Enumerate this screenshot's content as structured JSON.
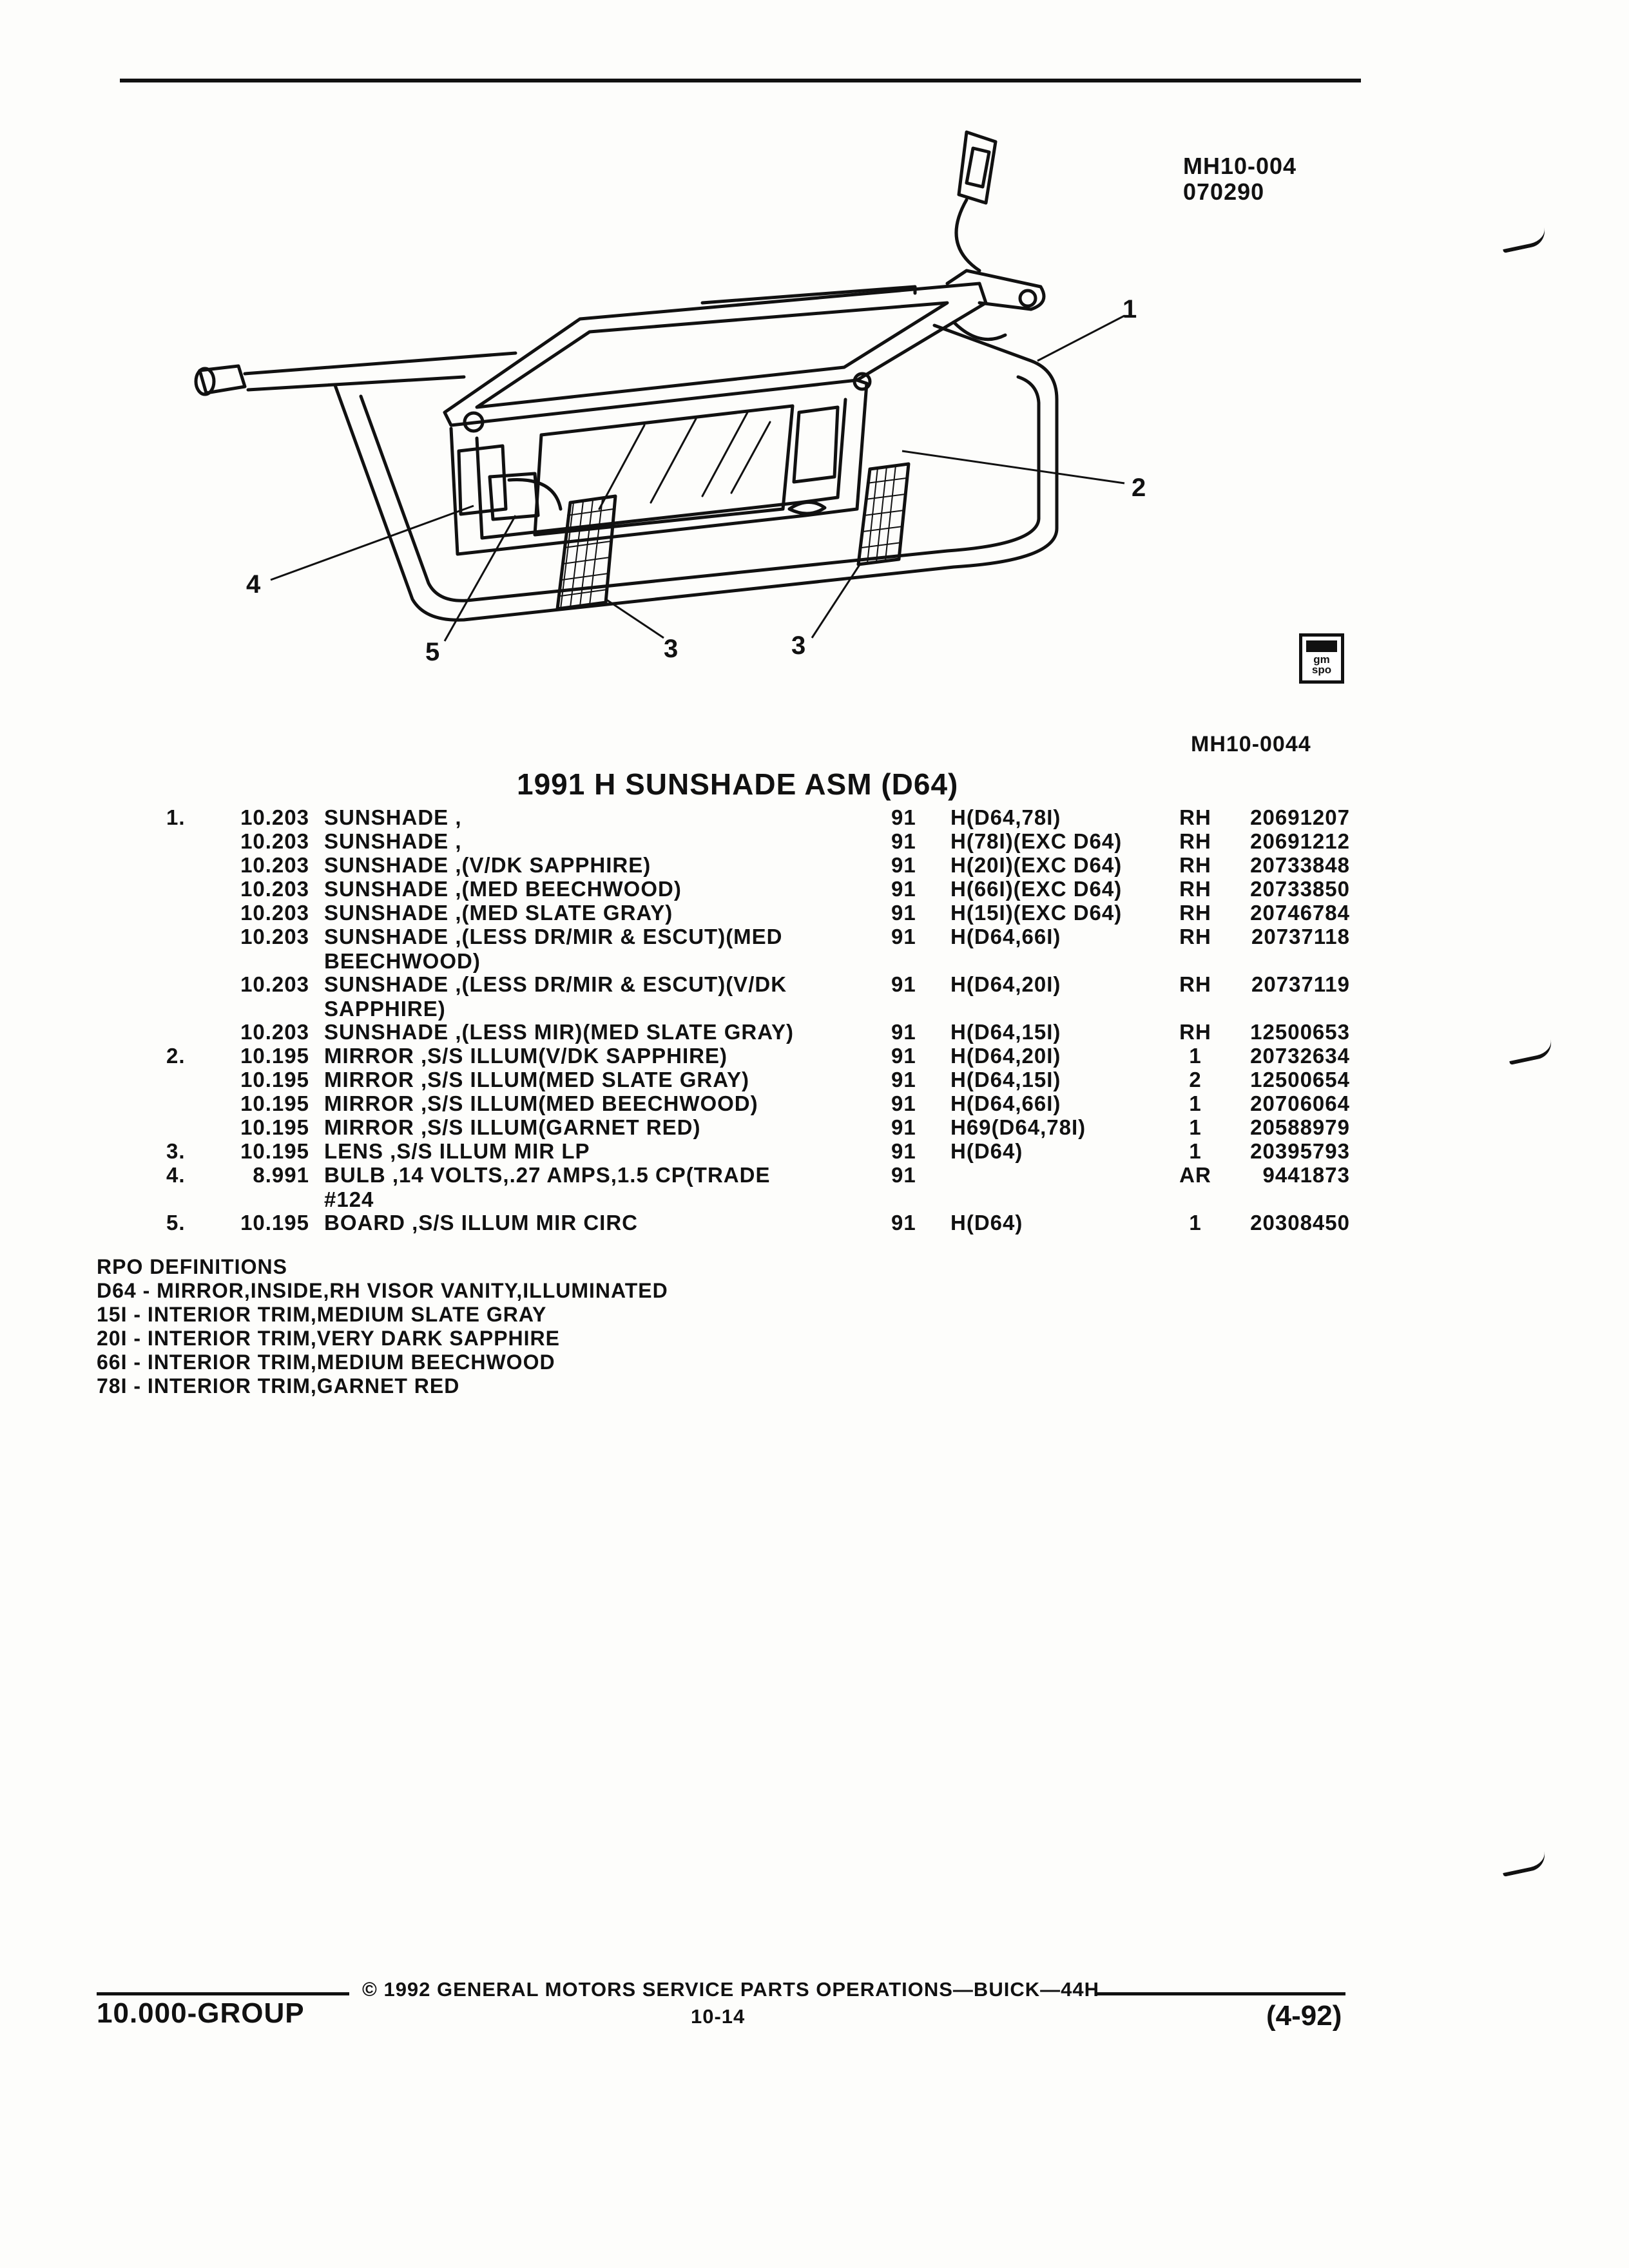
{
  "header": {
    "illustration_code_1": "MH10-004",
    "illustration_code_2": "070290",
    "illustration_ref": "MH10-0044"
  },
  "callouts": [
    "1",
    "2",
    "3",
    "3",
    "4",
    "5"
  ],
  "section_title": "1991 H SUNSHADE ASM (D64)",
  "parts": [
    {
      "item": "1.",
      "group": "10.203",
      "desc": "SUNSHADE ,",
      "year": "91",
      "usage": "H(D64,78I)",
      "qty": "RH",
      "part": "20691207"
    },
    {
      "item": "",
      "group": "10.203",
      "desc": "SUNSHADE ,",
      "year": "91",
      "usage": "H(78I)(EXC D64)",
      "qty": "RH",
      "part": "20691212"
    },
    {
      "item": "",
      "group": "10.203",
      "desc": "SUNSHADE ,(V/DK SAPPHIRE)",
      "year": "91",
      "usage": "H(20I)(EXC D64)",
      "qty": "RH",
      "part": "20733848"
    },
    {
      "item": "",
      "group": "10.203",
      "desc": "SUNSHADE ,(MED BEECHWOOD)",
      "year": "91",
      "usage": "H(66I)(EXC D64)",
      "qty": "RH",
      "part": "20733850"
    },
    {
      "item": "",
      "group": "10.203",
      "desc": "SUNSHADE ,(MED SLATE GRAY)",
      "year": "91",
      "usage": "H(15I)(EXC D64)",
      "qty": "RH",
      "part": "20746784"
    },
    {
      "item": "",
      "group": "10.203",
      "desc": "SUNSHADE ,(LESS DR/MIR & ESCUT)(MED BEECHWOOD)",
      "year": "91",
      "usage": "H(D64,66I)",
      "qty": "RH",
      "part": "20737118"
    },
    {
      "item": "",
      "group": "10.203",
      "desc": "SUNSHADE ,(LESS DR/MIR & ESCUT)(V/DK SAPPHIRE)",
      "year": "91",
      "usage": "H(D64,20I)",
      "qty": "RH",
      "part": "20737119"
    },
    {
      "item": "",
      "group": "10.203",
      "desc": "SUNSHADE ,(LESS MIR)(MED SLATE GRAY)",
      "year": "91",
      "usage": "H(D64,15I)",
      "qty": "RH",
      "part": "12500653"
    },
    {
      "item": "2.",
      "group": "10.195",
      "desc": "MIRROR ,S/S ILLUM(V/DK SAPPHIRE)",
      "year": "91",
      "usage": "H(D64,20I)",
      "qty": "1",
      "part": "20732634"
    },
    {
      "item": "",
      "group": "10.195",
      "desc": "MIRROR ,S/S ILLUM(MED SLATE GRAY)",
      "year": "91",
      "usage": "H(D64,15I)",
      "qty": "2",
      "part": "12500654"
    },
    {
      "item": "",
      "group": "10.195",
      "desc": "MIRROR ,S/S ILLUM(MED BEECHWOOD)",
      "year": "91",
      "usage": "H(D64,66I)",
      "qty": "1",
      "part": "20706064"
    },
    {
      "item": "",
      "group": "10.195",
      "desc": "MIRROR ,S/S ILLUM(GARNET RED)",
      "year": "91",
      "usage": "H69(D64,78I)",
      "qty": "1",
      "part": "20588979"
    },
    {
      "item": "3.",
      "group": "10.195",
      "desc": "LENS ,S/S ILLUM MIR LP",
      "year": "91",
      "usage": "H(D64)",
      "qty": "1",
      "part": "20395793"
    },
    {
      "item": "4.",
      "group": "8.991",
      "desc": "BULB ,14 VOLTS,.27 AMPS,1.5 CP(TRADE #124",
      "year": "91",
      "usage": "",
      "qty": "AR",
      "part": "9441873"
    },
    {
      "item": "5.",
      "group": "10.195",
      "desc": "BOARD ,S/S ILLUM MIR CIRC",
      "year": "91",
      "usage": "H(D64)",
      "qty": "1",
      "part": "20308450"
    }
  ],
  "rpo": {
    "heading": "RPO DEFINITIONS",
    "lines": [
      "D64 - MIRROR,INSIDE,RH VISOR VANITY,ILLUMINATED",
      "15I - INTERIOR TRIM,MEDIUM SLATE GRAY",
      "20I - INTERIOR TRIM,VERY DARK SAPPHIRE",
      "66I - INTERIOR TRIM,MEDIUM BEECHWOOD",
      "78I - INTERIOR TRIM,GARNET RED"
    ]
  },
  "footer": {
    "copyright": "© 1992 GENERAL MOTORS SERVICE PARTS OPERATIONS—BUICK—44H",
    "group": "10.000-GROUP",
    "page": "10-14",
    "date": "(4-92)"
  },
  "logo_text": "gm spo"
}
